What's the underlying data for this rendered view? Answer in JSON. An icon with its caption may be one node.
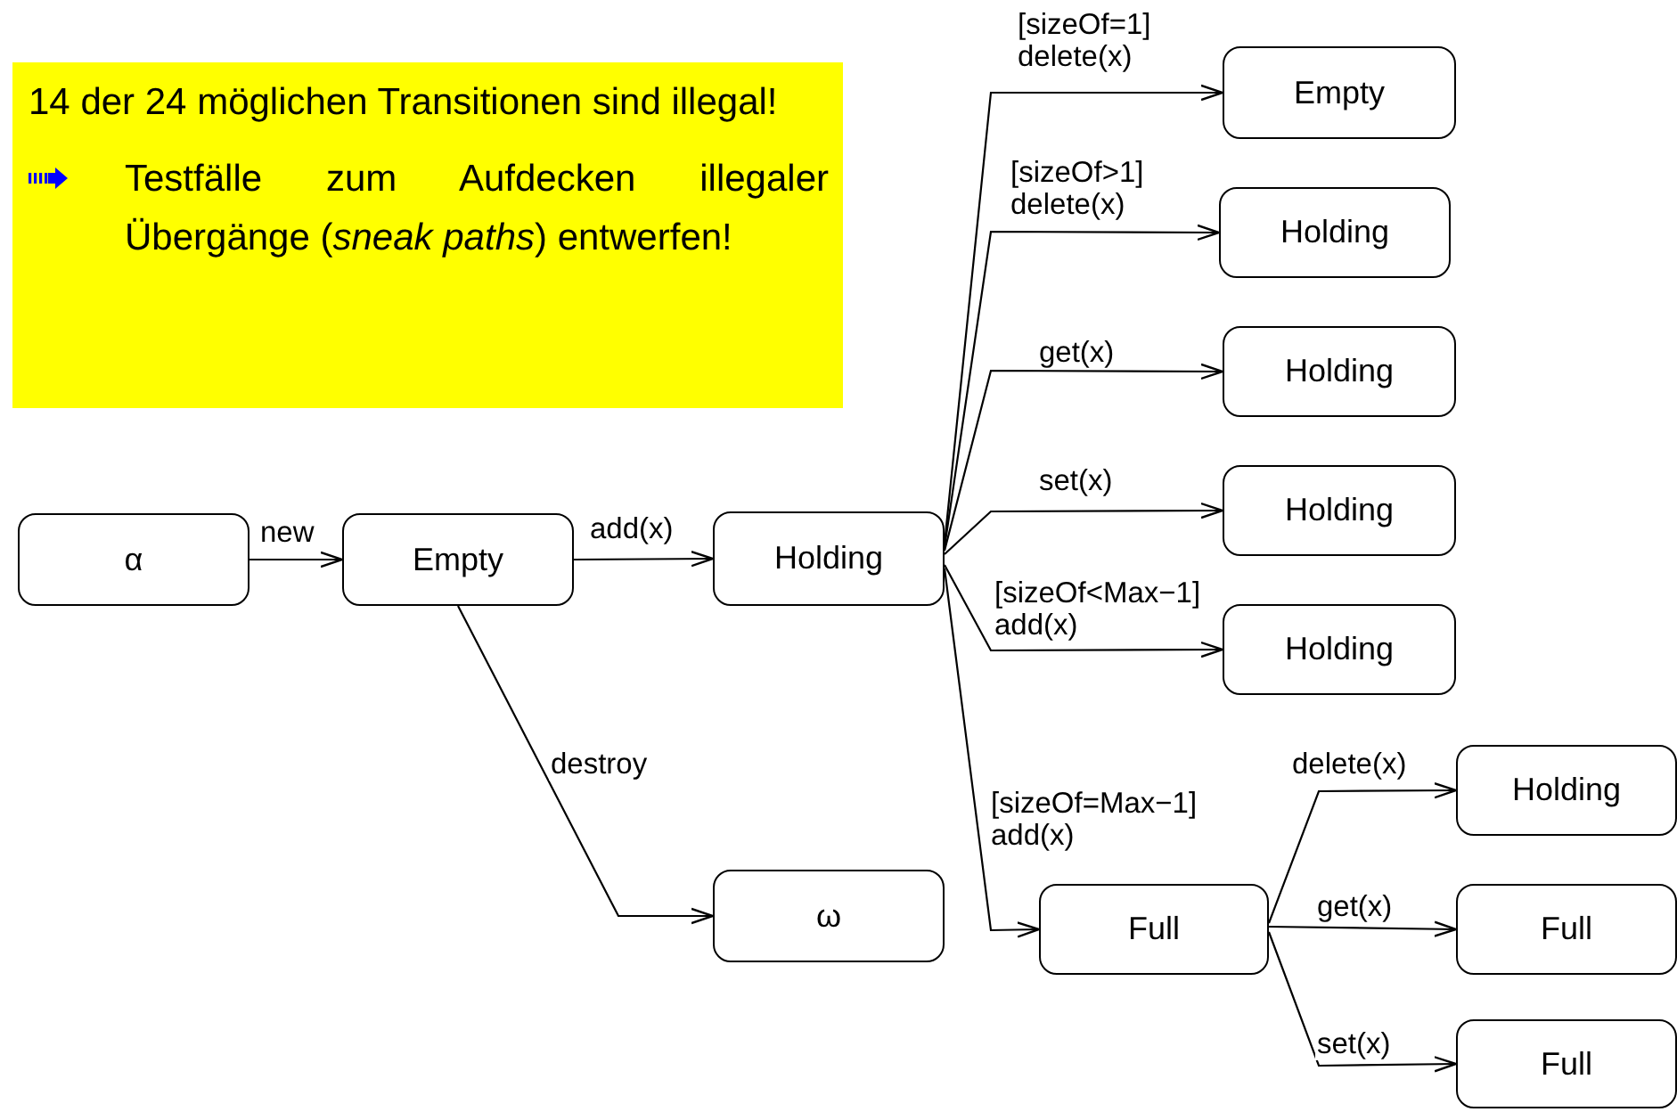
{
  "diagram": {
    "nodes": [
      {
        "text": [
          "14 der 24 möglichen Transitionen sind illegal!",
          "Testfälle zum Aufdecken illegaler Übergänge (*sneak paths*) entwerfen!"
        ]
      },
      {
        "text": [
          "α"
        ]
      },
      {
        "text": [
          "Empty"
        ]
      },
      {
        "text": [
          "Holding"
        ]
      },
      {
        "text": [
          "Empty"
        ]
      },
      {
        "text": [
          "Holding"
        ]
      },
      {
        "text": [
          "Holding"
        ]
      },
      {
        "text": [
          "Holding"
        ]
      },
      {
        "text": [
          "Holding"
        ]
      },
      {
        "text": [
          "ω"
        ]
      },
      {
        "text": [
          "Full"
        ]
      },
      {
        "text": [
          "Holding"
        ]
      },
      {
        "text": [
          "Full"
        ]
      },
      {
        "text": [
          "Full"
        ]
      }
    ],
    "edges": [
      {
        "from": 1,
        "to": 2,
        "label": "new",
        "arrow": "to"
      },
      {
        "from": 2,
        "to": 3,
        "label": "add(x)",
        "arrow": "to"
      },
      {
        "from": 3,
        "to": 4,
        "label": "[sizeOf=1] delete(x)",
        "arrow": "to"
      },
      {
        "from": 3,
        "to": 5,
        "label": "[sizeOf>1] delete(x)",
        "arrow": "to"
      },
      {
        "from": 3,
        "to": 6,
        "label": "get(x)",
        "arrow": "to"
      },
      {
        "from": 3,
        "to": 7,
        "label": "set(x)",
        "arrow": "to"
      },
      {
        "from": 3,
        "to": 8,
        "label": "[sizeOf<Max−1] add(x)",
        "arrow": "to"
      },
      {
        "from": 3,
        "to": 10,
        "label": "[sizeOf=Max−1] add(x)",
        "arrow": "to"
      },
      {
        "from": 2,
        "to": 9,
        "label": "destroy",
        "arrow": "to"
      },
      {
        "from": 10,
        "to": 11,
        "label": "delete(x)",
        "arrow": "to"
      },
      {
        "from": 10,
        "to": 12,
        "label": "get(x)",
        "arrow": "to"
      },
      {
        "from": 10,
        "to": 13,
        "label": "set(x)",
        "arrow": "to"
      }
    ]
  }
}
